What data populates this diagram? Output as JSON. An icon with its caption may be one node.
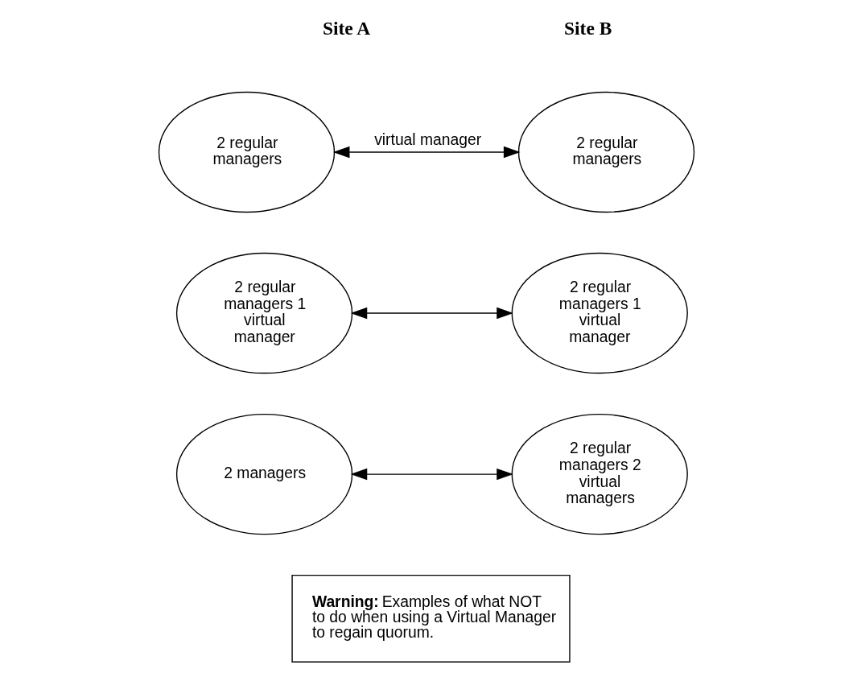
{
  "diagram": {
    "nodes": [
      {
        "text": [
          "2 regular managers"
        ]
      },
      {
        "text": [
          "2 regular managers"
        ]
      },
      {
        "text": [
          "2 regular managers 1 virtual manager"
        ]
      },
      {
        "text": [
          "2 regular managers 1 virtual manager"
        ]
      },
      {
        "text": [
          "2 managers"
        ]
      },
      {
        "text": [
          "2 regular managers 2 virtual managers"
        ]
      },
      {
        "text": [
          "**Warning:** Examples of what NOT to do when using a Virtual Manager to regain quorum."
        ]
      }
    ],
    "edges": [
      {
        "from": 0,
        "to": 1,
        "arrow": "both",
        "label": "virtual manager"
      },
      {
        "from": 2,
        "to": 3,
        "arrow": "both"
      },
      {
        "from": 4,
        "to": 5,
        "arrow": "both"
      }
    ],
    "labels": [
      "Site A",
      "Site B"
    ]
  }
}
